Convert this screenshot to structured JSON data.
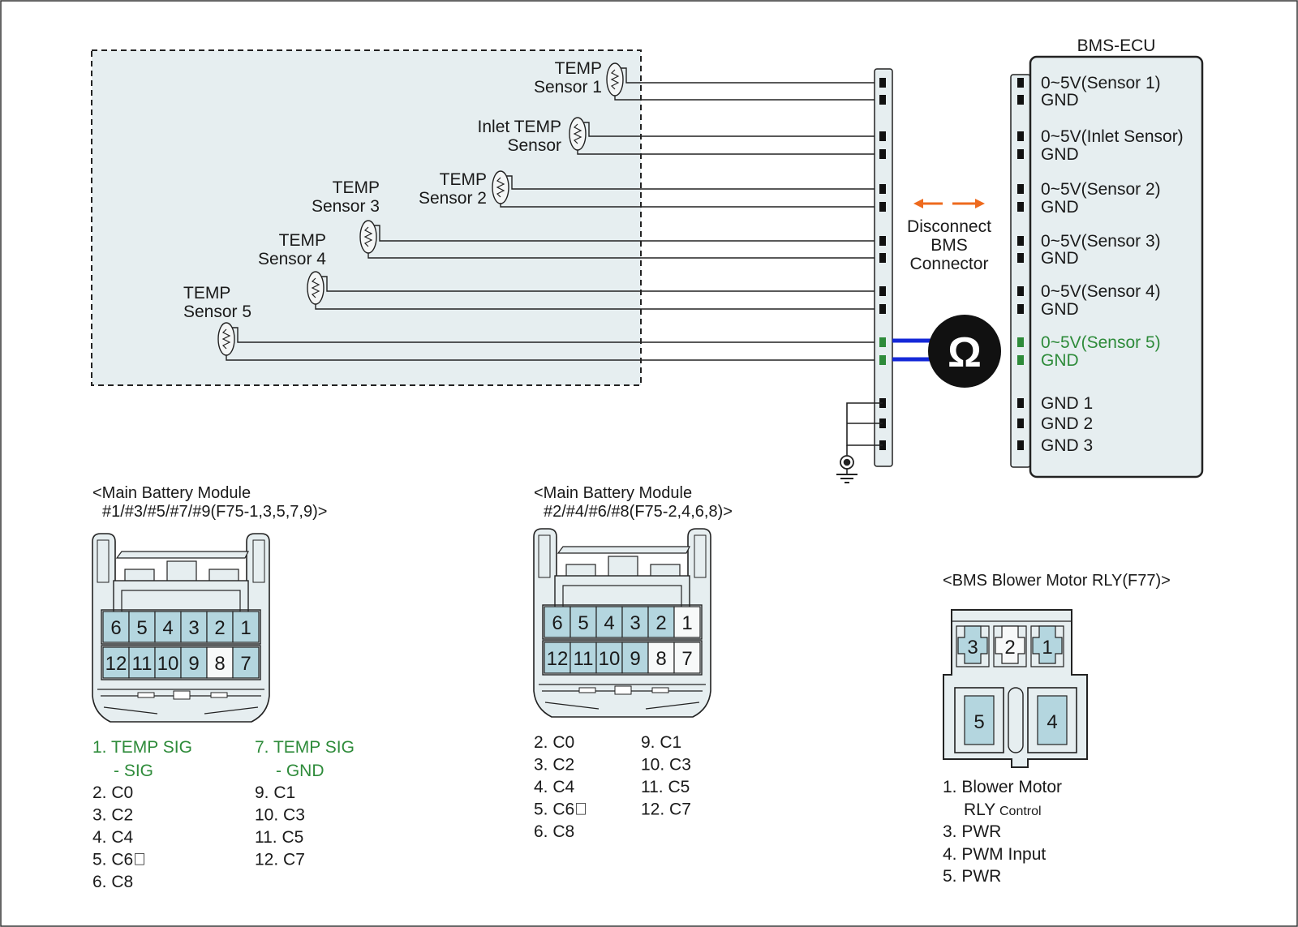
{
  "sensors": [
    {
      "label_lines": [
        "TEMP",
        "Sensor 1"
      ]
    },
    {
      "label_lines": [
        "Inlet TEMP",
        "Sensor"
      ]
    },
    {
      "label_lines": [
        "TEMP",
        "Sensor 2"
      ]
    },
    {
      "label_lines": [
        "TEMP",
        "Sensor 3"
      ]
    },
    {
      "label_lines": [
        "TEMP",
        "Sensor 4"
      ]
    },
    {
      "label_lines": [
        "TEMP",
        "Sensor 5"
      ]
    }
  ],
  "ecu": {
    "title": "BMS-ECU",
    "pins": [
      "0~5V(Sensor 1)",
      "GND",
      "0~5V(Inlet Sensor)",
      "GND",
      "0~5V(Sensor 2)",
      "GND",
      "0~5V(Sensor 3)",
      "GND",
      "0~5V(Sensor 4)",
      "GND",
      "0~5V(Sensor 5)",
      "GND",
      "GND 1",
      "GND 2",
      "GND 3"
    ],
    "highlight_pins": [
      10,
      11
    ]
  },
  "disconnect_note": [
    "Disconnect",
    "BMS",
    "Connector"
  ],
  "meter_symbol": "Ω",
  "connector_a": {
    "title_lines": [
      "<Main Battery Module",
      "#1/#3/#5/#7/#9(F75-1,3,5,7,9)>"
    ],
    "row1": [
      "6",
      "5",
      "4",
      "3",
      "2",
      "1"
    ],
    "row2": [
      "12",
      "11",
      "10",
      "9",
      "8",
      "7"
    ],
    "white_pins": [
      "8"
    ],
    "legend_green": [
      [
        "1. TEMP SIG",
        "- SIG"
      ],
      [
        "7. TEMP SIG",
        "- GND"
      ]
    ],
    "legend_col1": [
      "2. C0",
      "3. C2",
      "4. C4",
      "5. C6\u0000",
      "6. C8"
    ],
    "legend_col2": [
      "9. C1",
      "10. C3",
      "11. C5",
      "12. C7"
    ]
  },
  "connector_b": {
    "title_lines": [
      "<Main Battery Module",
      "#2/#4/#6/#8(F75-2,4,6,8)>"
    ],
    "row1": [
      "6",
      "5",
      "4",
      "3",
      "2",
      "1"
    ],
    "row2": [
      "12",
      "11",
      "10",
      "9",
      "8",
      "7"
    ],
    "white_pins": [
      "1",
      "8",
      "7"
    ],
    "legend_col1": [
      "2. C0",
      "3. C2",
      "4. C4",
      "5. C6\u0000",
      "6. C8"
    ],
    "legend_col2": [
      "9. C1",
      "10. C3",
      "11. C5",
      "12. C7"
    ]
  },
  "blower": {
    "title": "<BMS Blower Motor RLY(F77)>",
    "pins_top": [
      "3",
      "2",
      "1"
    ],
    "pins_bottom": [
      "5",
      "4"
    ],
    "legend": [
      {
        "main": "1. Blower Motor",
        "sub": ""
      },
      {
        "main": "RLY",
        "sub": "Control"
      },
      {
        "main": "3. PWR",
        "sub": ""
      },
      {
        "main": "4. PWM Input",
        "sub": ""
      },
      {
        "main": "5. PWR",
        "sub": ""
      }
    ]
  },
  "colors": {
    "panel": "#e6eef0",
    "pin_fill": "#b4d6df",
    "green": "#2e8b3a",
    "blue_lead": "#1428d8",
    "orange_arrow": "#ee6a1e",
    "meter": "#111111"
  }
}
